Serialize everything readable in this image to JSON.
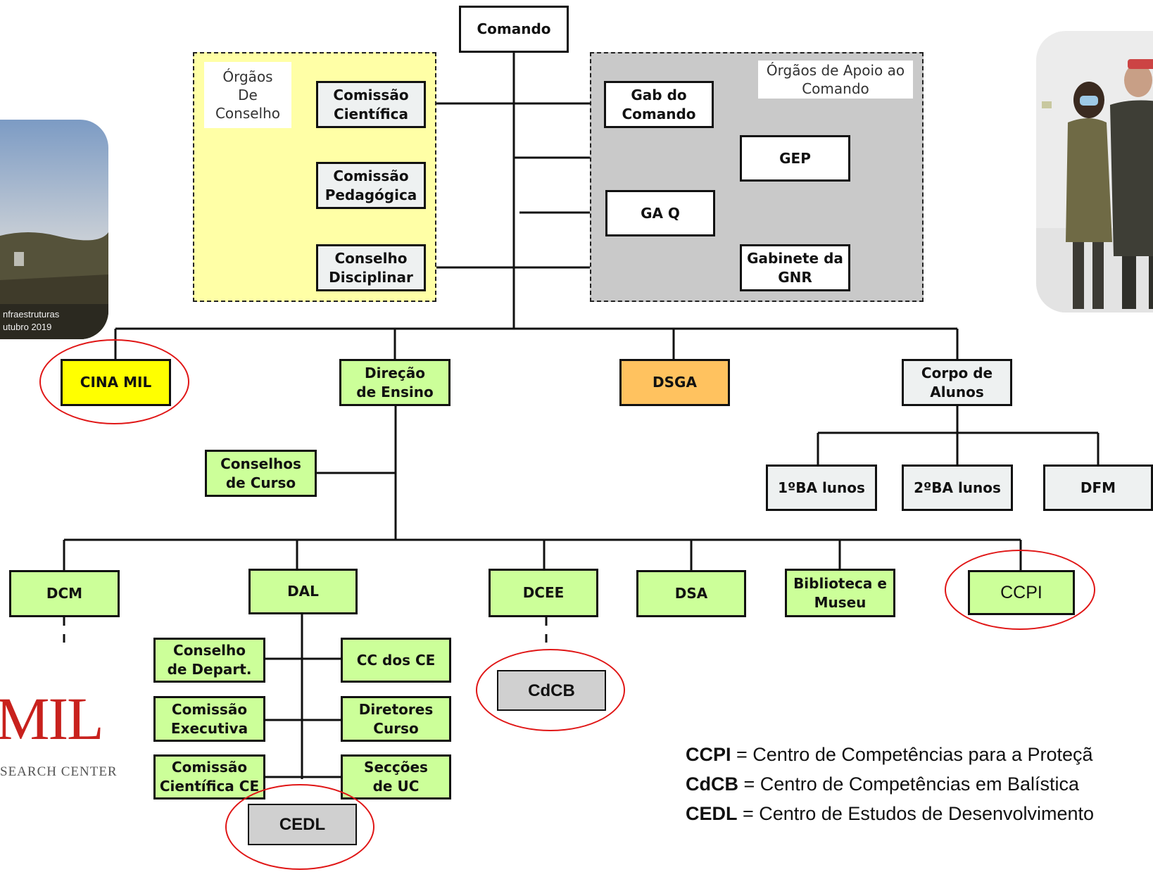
{
  "top": {
    "comando": "Comando"
  },
  "orgaos_conselho": {
    "label": "Órgãos\nDe\nConselho",
    "items": [
      "Comissão\nCientífica",
      "Comissão\nPedagógica",
      "Conselho\nDisciplinar"
    ]
  },
  "orgaos_apoio": {
    "label": "Órgãos de Apoio ao\nComando",
    "items": [
      "Gab do\nComando",
      "GEP",
      "GA Q",
      "Gabinete da\nGNR"
    ]
  },
  "level2": {
    "cinamil": "CINA MIL",
    "direcao_ensino": "Direção\nde Ensino",
    "dsga": "DSGA",
    "corpo_alunos": "Corpo de\nAlunos"
  },
  "corpo_alunos_units": [
    "1ºBA lunos",
    "2ºBA lunos",
    "DFM"
  ],
  "conselhos_curso": "Conselhos\nde Curso",
  "departments": {
    "dcm": "DCM",
    "dal": "DAL",
    "dcee": "DCEE",
    "dsa": "DSA",
    "biblioteca": "Biblioteca e\nMuseu",
    "ccpi": "CCPI"
  },
  "dal_units": {
    "left": [
      "Conselho\nde Depart.",
      "Comissão\nExecutiva",
      "Comissão\nCientífica CE"
    ],
    "right": [
      "CC dos CE",
      "Diretores\nCurso",
      "Secções\nde UC"
    ]
  },
  "centres": {
    "cdcb": "CdCB",
    "cedl": "CEDL"
  },
  "legend": [
    {
      "abbr": "CCPI",
      "text": " = Centro de Competências para a Proteçã"
    },
    {
      "abbr": "CdCB",
      "text": " = Centro de Competências em Balística"
    },
    {
      "abbr": "CEDL",
      "text": " = Centro de Estudos de Desenvolvimento"
    }
  ],
  "photo_left": {
    "caption": "nfraestruturas\nutubro 2019"
  },
  "logo": {
    "word": "MIL",
    "subtitle": "SEARCH CENTER"
  },
  "colors": {
    "panel_conselho": "#ffffa6",
    "panel_apoio": "#c9c9c9",
    "green_box": "#ccff99",
    "cinamil": "#ffff00",
    "dsga": "#ffc25f",
    "highlight_oval": "#e01616"
  }
}
